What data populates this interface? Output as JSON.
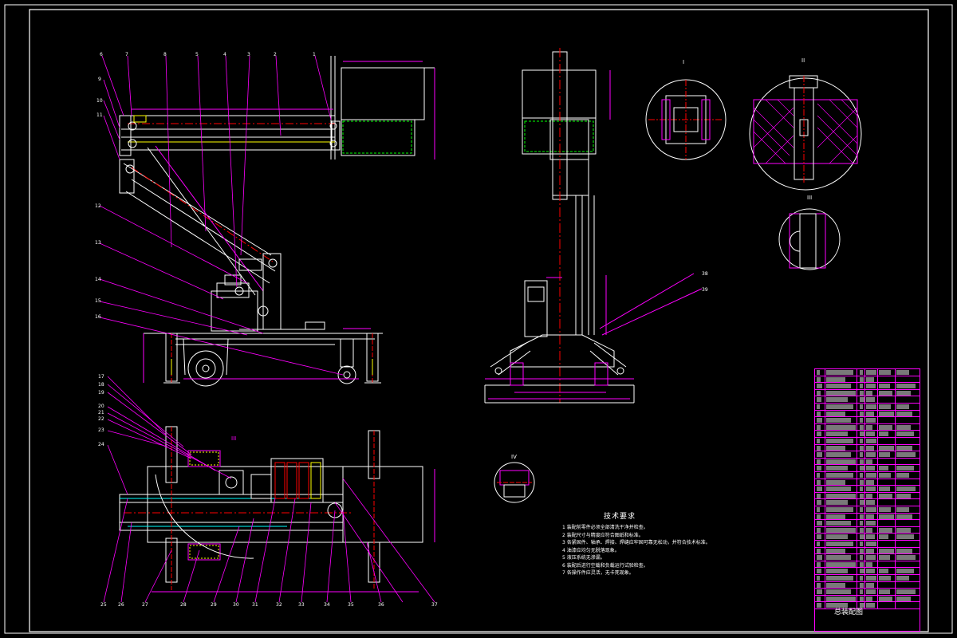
{
  "drawing": {
    "title": "总装配图",
    "tech_requirements": {
      "title": "技术要求",
      "items": [
        "1 装配前零件必须全部清洗干净并检查。",
        "2 装配尺寸与精度应符合图纸和标准。",
        "3 各紧固件、轴承、焊接、焊缝应牢固可靠无松动，并符合技术标准。",
        "4 油漆应均匀无脱落现象。",
        "5 液压系统无渗漏。",
        "6 装配后进行空载和负载运行试验检查。",
        "7 各操作件应灵活，无卡死现象。"
      ]
    },
    "callouts_top": [
      "6",
      "7",
      "8",
      "5",
      "4",
      "3",
      "2",
      "1"
    ],
    "callouts_left_side": [
      "9",
      "10",
      "11",
      "12",
      "13",
      "14",
      "15",
      "16"
    ],
    "callouts_plan_left": [
      "17",
      "18",
      "19",
      "20",
      "21",
      "22",
      "23",
      "24"
    ],
    "callouts_bottom": [
      "25",
      "26",
      "27",
      "28",
      "29",
      "30",
      "31",
      "32",
      "33",
      "34",
      "35",
      "36",
      "37"
    ],
    "callouts_front": [
      "38",
      "39"
    ],
    "section_labels": [
      "I",
      "II",
      "III",
      "IV"
    ],
    "bom_rows": 35
  },
  "colors": {
    "background": "#000000",
    "frame": "#ffffff",
    "dimension": "#ff00ff",
    "outline": "#ffffff",
    "hidden": "#00ff00",
    "center": "#ff0000",
    "part": "#ffff00",
    "hatch": "#ff00ff",
    "accent": "#00ffff"
  }
}
